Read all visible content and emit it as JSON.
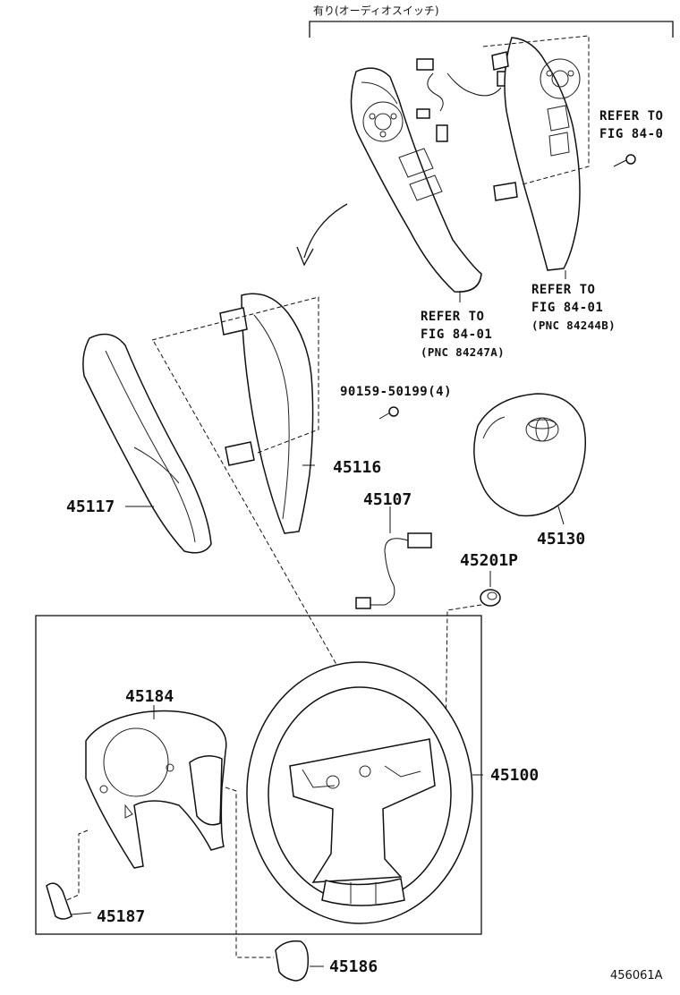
{
  "header": {
    "variant_label": "有り(オーディオスイッチ)"
  },
  "refs": [
    {
      "line1": "REFER TO",
      "line2": "FIG 84-0"
    },
    {
      "line1": "REFER TO",
      "line2": "FIG 84-01",
      "pnc": "(PNC 84247A)"
    },
    {
      "line1": "REFER TO",
      "line2": "FIG 84-01",
      "pnc": "(PNC 84244B)"
    }
  ],
  "parts": {
    "p90159": "90159-50199(4)",
    "p45116": "45116",
    "p45117": "45117",
    "p45107": "45107",
    "p45130": "45130",
    "p45201p": "45201P",
    "p45184": "45184",
    "p45100": "45100",
    "p45187": "45187",
    "p45186": "45186"
  },
  "footer": {
    "diagram_code": "456061A"
  }
}
